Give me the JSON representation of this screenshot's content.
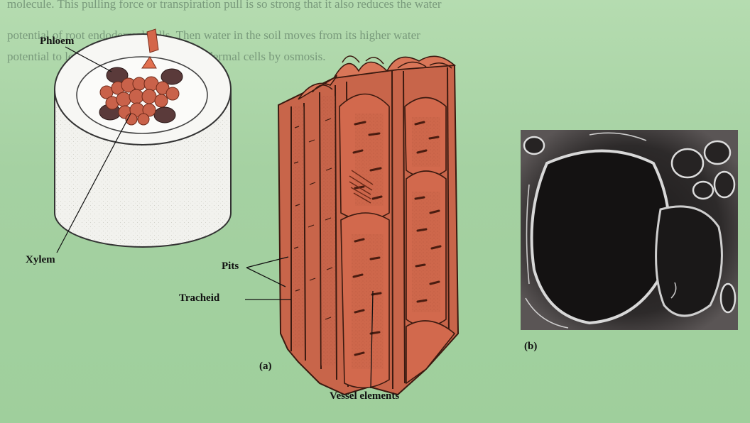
{
  "faded_text": {
    "line1": "molecule. This pulling force or transpiration pull is so strong that it also reduces the water",
    "line2": "potential of root endodermal cells. Then water in the soil moves from its higher water",
    "line3": "potential to lower water potential of endodermal cells by osmosis."
  },
  "labels": {
    "phloem": "Phloem",
    "xylem": "Xylem",
    "pits": "Pits",
    "tracheid": "Tracheid",
    "vessel_elements": "Vessel elements",
    "panel_a": "(a)",
    "panel_b": "(b)"
  },
  "colors": {
    "tissue": "#c8654a",
    "tissue_dark": "#8a3a25",
    "cylinder": "#f3f3ee",
    "background": "#a5d1a2"
  }
}
